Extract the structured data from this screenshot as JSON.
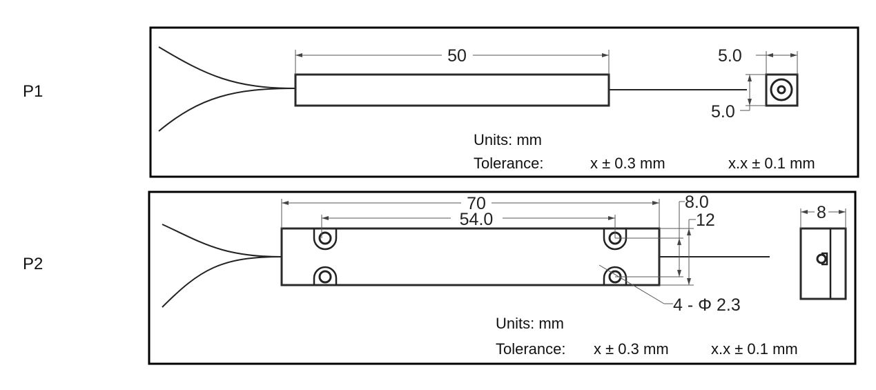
{
  "parts": [
    {
      "label": "P1",
      "dims": {
        "length": "50",
        "width": "5.0",
        "height": "5.0"
      },
      "units": "Units: mm",
      "tolerance_label": "Tolerance:",
      "tolerance_1": "x ± 0.3 mm",
      "tolerance_2": "x.x ± 0.1 mm"
    },
    {
      "label": "P2",
      "dims": {
        "length": "70",
        "hole_spacing": "54.0",
        "hole_vertical": "8.0",
        "height": "12",
        "end_width": "8",
        "holes": "4 - Φ 2.3"
      },
      "units": "Units: mm",
      "tolerance_label": "Tolerance:",
      "tolerance_1": "x ± 0.3 mm",
      "tolerance_2": "x.x ± 0.1 mm"
    }
  ]
}
